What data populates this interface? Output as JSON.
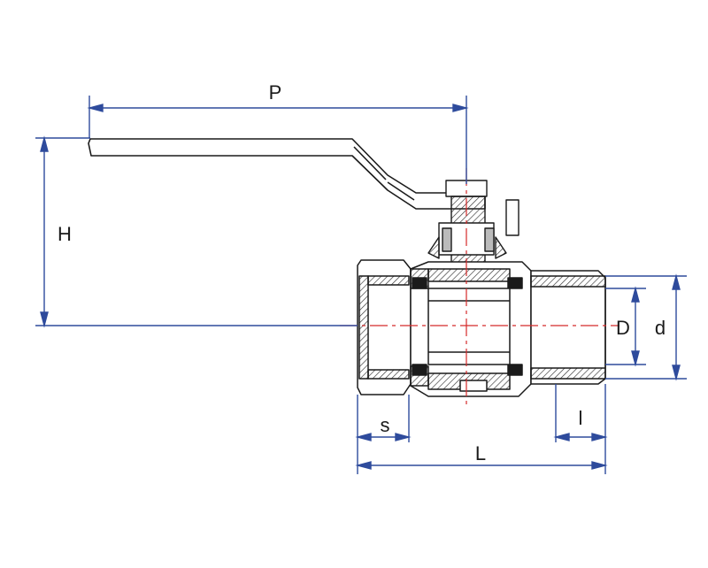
{
  "diagram": {
    "type": "technical-drawing",
    "subject": "ball valve",
    "dimension_labels": {
      "P": "P",
      "H": "H",
      "D": "D",
      "d": "d",
      "s": "s",
      "l": "l",
      "L": "L"
    },
    "colors": {
      "outline": "#1a1a1a",
      "dimension": "#2e4b9c",
      "centerline": "#d42a2a",
      "hatch": "#555555"
    }
  }
}
